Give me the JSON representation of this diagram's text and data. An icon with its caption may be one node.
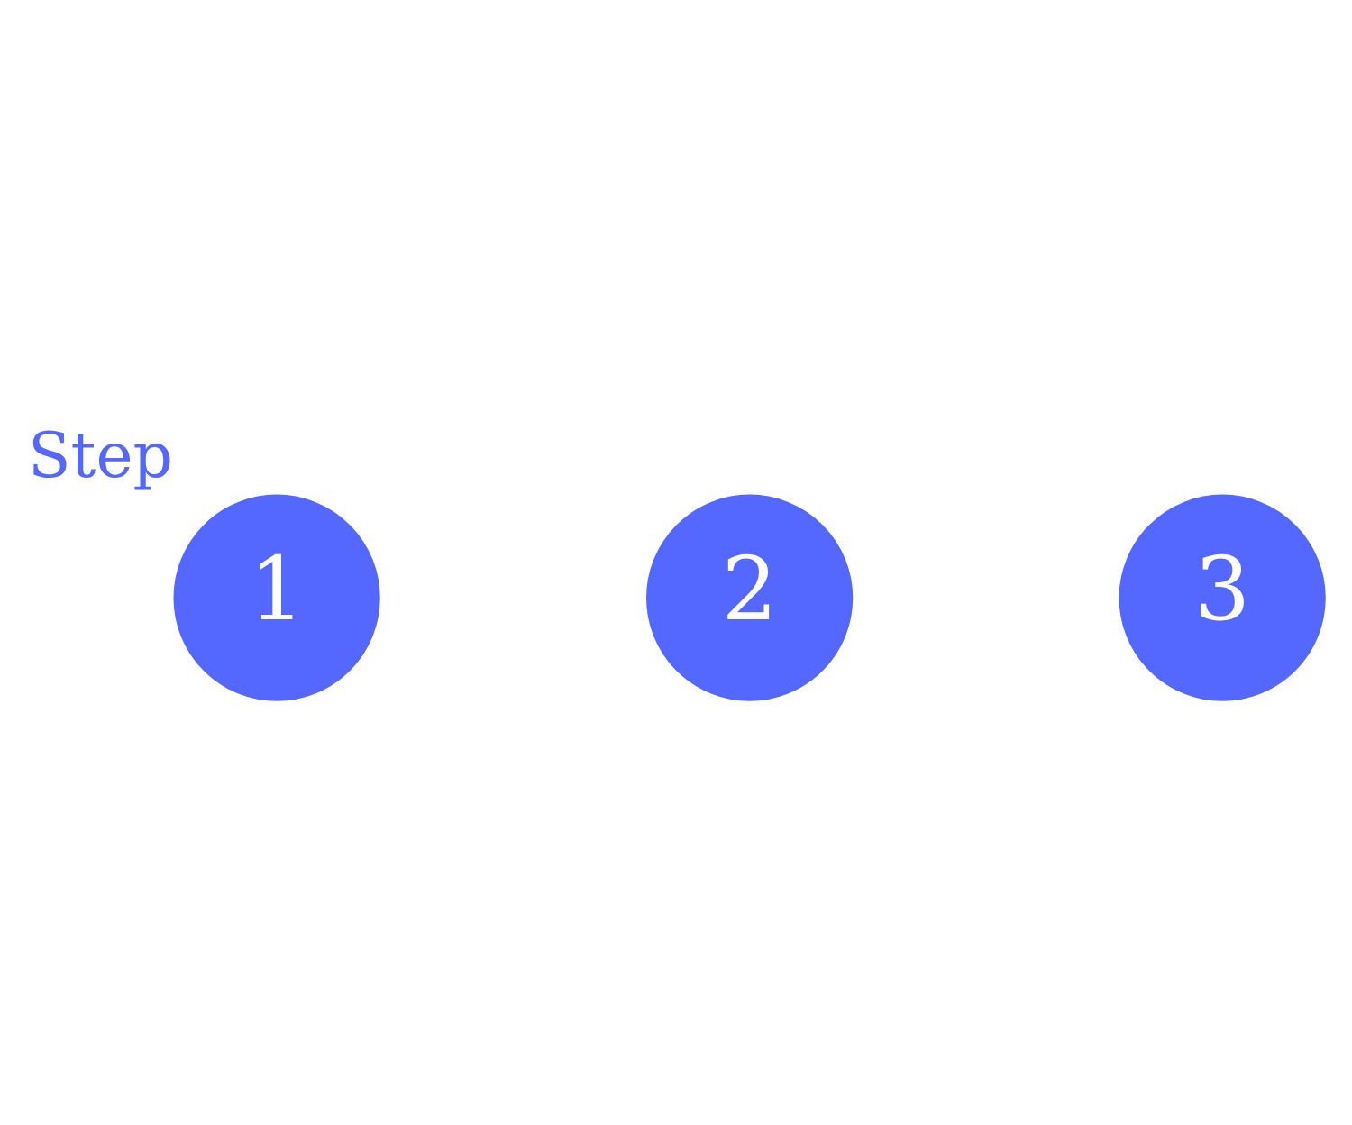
{
  "diagram": {
    "nodes": [
      {
        "text": [
          "1"
        ],
        "beside": [
          "Step"
        ]
      },
      {
        "text": [
          "2"
        ]
      },
      {
        "text": [
          "3"
        ]
      }
    ]
  }
}
